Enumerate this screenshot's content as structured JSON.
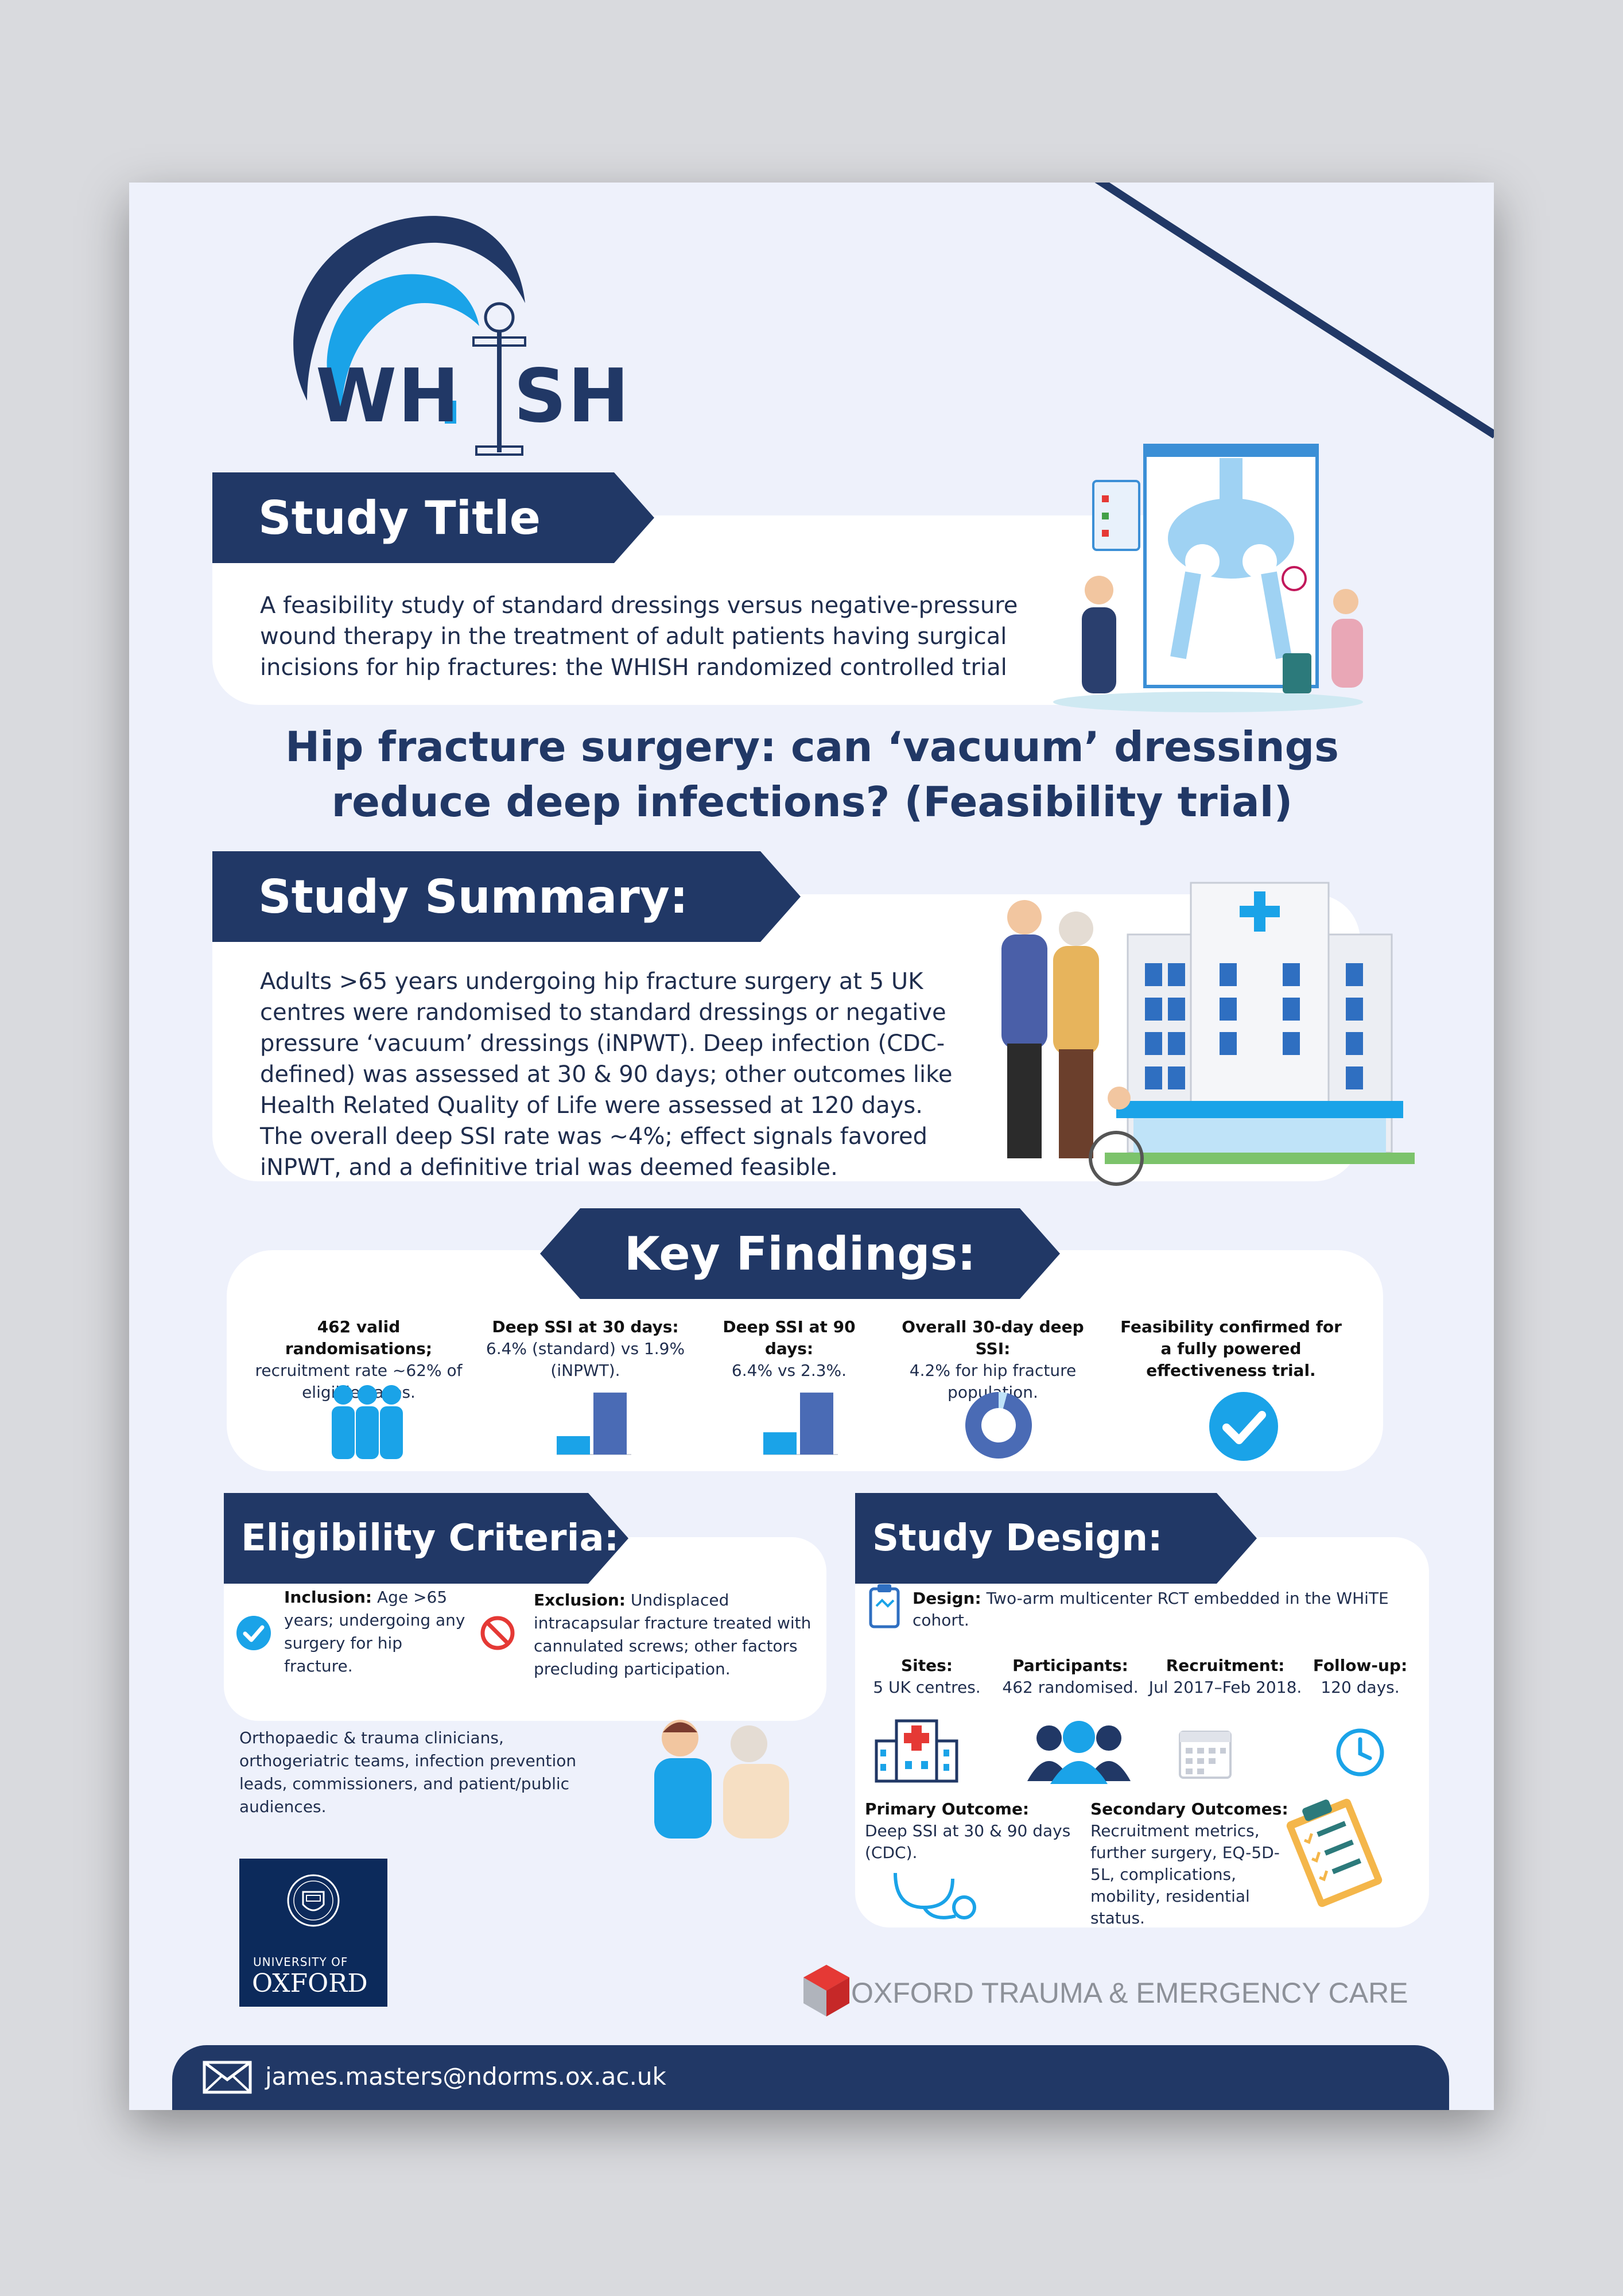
{
  "logo": {
    "text_left": "WH",
    "text_right": "SH"
  },
  "study_title": {
    "heading": "Study Title",
    "text": "A feasibility study of standard dressings versus negative-pressure wound therapy in the treatment of adult patients having surgical incisions for hip fractures: the WHISH randomized controlled trial"
  },
  "headline": "Hip fracture surgery: can ‘vacuum’ dressings reduce deep infections? (Feasibility trial)",
  "study_summary": {
    "heading": "Study Summary:",
    "text": "Adults >65 years undergoing hip fracture surgery at 5 UK centres were randomised to standard dressings or negative pressure ‘vacuum’ dressings (iNPWT). Deep infection (CDC-defined) was assessed at 30 & 90 days; other outcomes like Health Related Quality of Life were assessed at 120 days. The overall deep SSI rate was ~4%; effect signals favored iNPWT, and a definitive trial was deemed feasible."
  },
  "key_findings": {
    "heading": "Key Findings:",
    "items": [
      {
        "title": "462 valid randomisations;",
        "body": "recruitment rate ~62% of eligible cases."
      },
      {
        "title": "Deep SSI at 30 days:",
        "body": "6.4% (standard) vs 1.9% (iNPWT)."
      },
      {
        "title": "Deep SSI at 90 days:",
        "body": "6.4% vs 2.3%."
      },
      {
        "title": "Overall 30-day deep SSI:",
        "body": "4.2% for hip fracture population."
      },
      {
        "title": "Feasibility confirmed for a fully powered effectiveness trial.",
        "body": ""
      }
    ]
  },
  "chart_data": [
    {
      "type": "bar",
      "categories": [
        "",
        ""
      ],
      "values": [
        1.9,
        6.4
      ],
      "ylim": [
        0,
        7
      ]
    },
    {
      "type": "bar",
      "categories": [
        "",
        ""
      ],
      "values": [
        2.3,
        6.4
      ],
      "ylim": [
        0,
        7
      ]
    },
    {
      "type": "pie",
      "values": [
        4.2,
        95.8
      ]
    }
  ],
  "eligibility": {
    "heading": "Eligibility Criteria:",
    "inclusion_label": "Inclusion:",
    "inclusion_text": " Age >65 years; undergoing any surgery for hip fracture.",
    "exclusion_label": "Exclusion:",
    "exclusion_text": " Undisplaced intracapsular fracture treated with cannulated screws; other factors precluding participation.",
    "audience": "Orthopaedic & trauma clinicians, orthogeriatric teams, infection prevention leads, commissioners, and patient/public audiences."
  },
  "study_design": {
    "heading": "Study Design:",
    "design_label": "Design:",
    "design_text": " Two-arm multicenter RCT embedded in the WHiTE cohort.",
    "stats": [
      {
        "label": "Sites:",
        "value": "5 UK centres."
      },
      {
        "label": "Participants:",
        "value": "462 randomised."
      },
      {
        "label": "Recruitment:",
        "value": "Jul 2017–Feb 2018."
      },
      {
        "label": "Follow-up:",
        "value": "120 days."
      }
    ],
    "primary_label": "Primary Outcome:",
    "primary_text": "Deep SSI at 30 & 90 days (CDC).",
    "secondary_label": "Secondary Outcomes:",
    "secondary_text": "Recruitment metrics, further surgery, EQ-5D-5L, complications, mobility, residential status."
  },
  "oxford": {
    "line1": "UNIVERSITY OF",
    "line2": "OXFORD"
  },
  "otec": {
    "text": "OXFORD TRAUMA & EMERGENCY CARE"
  },
  "footer": {
    "email": "james.masters@ndorms.ox.ac.uk"
  },
  "colors": {
    "navy": "#213866",
    "accent_blue": "#1aa3e8",
    "light_blue": "#bfe3f8",
    "bar_dark": "#4a6bb5"
  }
}
